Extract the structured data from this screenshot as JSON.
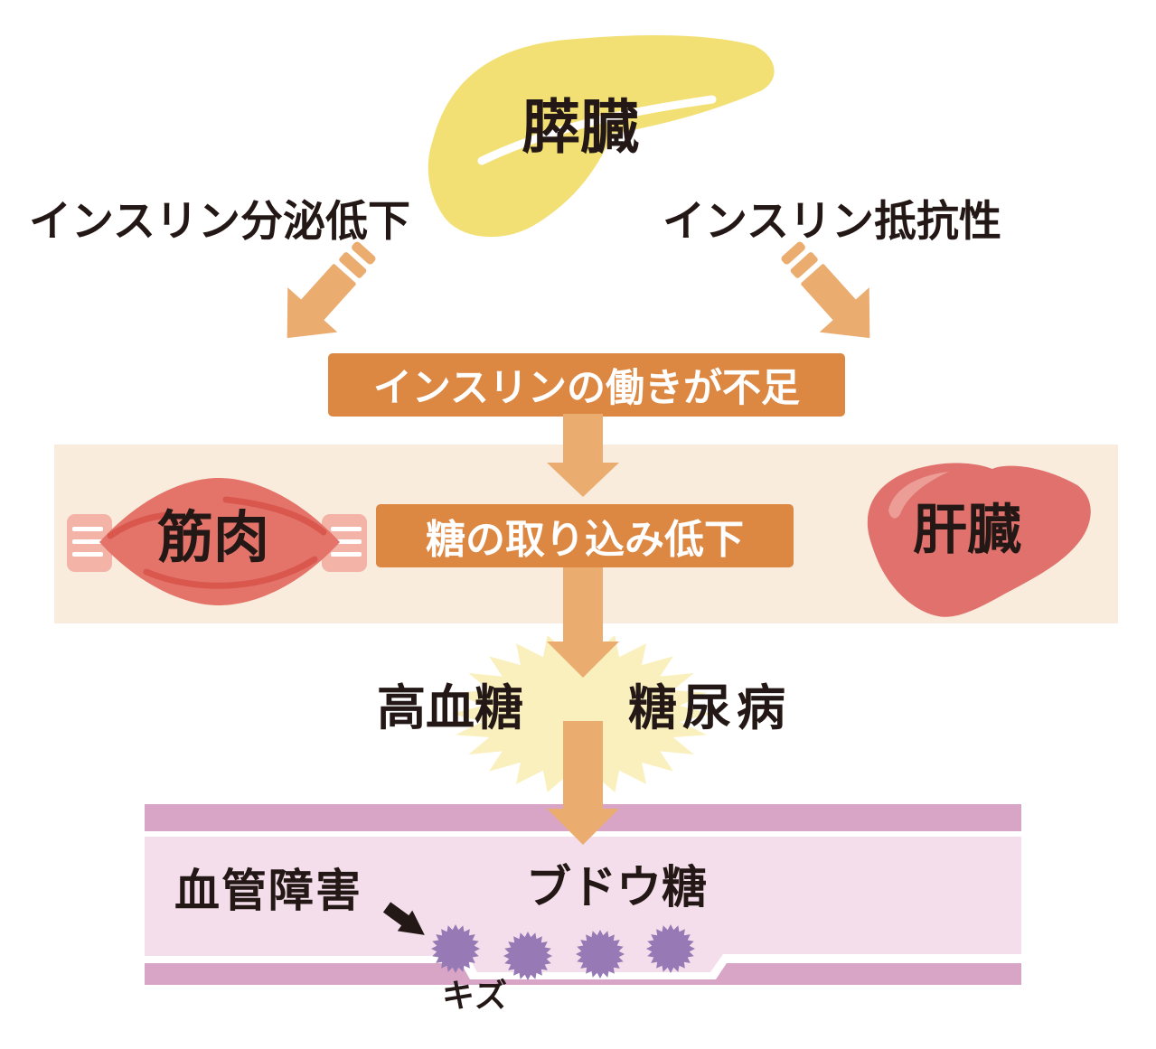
{
  "pancreas": {
    "label": "膵臓"
  },
  "factors": {
    "secretion_decline": "インスリン分泌低下",
    "resistance": "インスリン抵抗性"
  },
  "insulin_shortage_box": {
    "label": "インスリンの働きが不足"
  },
  "organ_band": {
    "muscle_label": "筋肉",
    "glucose_uptake_box_label": "糖の取り込み低下",
    "liver_label": "肝臓"
  },
  "outcome": {
    "hyperglycemia": "高血糖",
    "diabetes": "糖尿病"
  },
  "blood_vessel": {
    "damage_label": "血管障害",
    "glucose_label": "ブドウ糖",
    "wound_label": "キズ"
  },
  "colors": {
    "box_orange": "#DC8742",
    "arrow_tan": "#EBAC70",
    "pancreas_yellow": "#F3E074",
    "organ_band_cream": "#FAECDD",
    "starburst_yellow": "#F9F0BD",
    "muscle_red": "#E4746A",
    "muscle_fiber_red": "#D9574D",
    "tendon_pink": "#F3B3A7",
    "liver_red": "#E0716C",
    "liver_highlight": "#EC9D96",
    "vessel_wall_pink": "#D9A5C7",
    "vessel_inner_pink": "#F4DEEB",
    "glucose_purple": "#9679B5",
    "text_black": "#231815",
    "box_text_white": "#FFFFFF"
  }
}
